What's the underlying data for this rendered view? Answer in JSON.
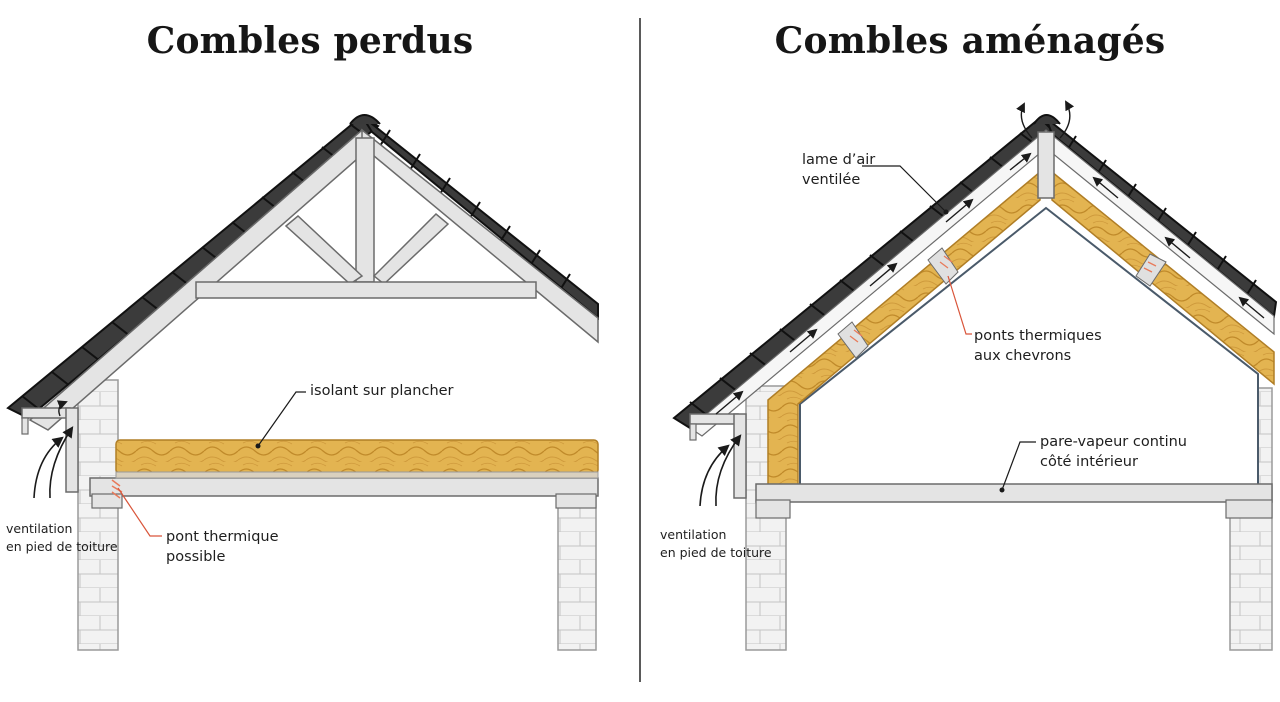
{
  "panels": {
    "left": {
      "title": "Combles perdus",
      "labels": {
        "insulation": "isolant sur plancher",
        "thermal_bridge": [
          "pont thermique",
          "possible"
        ],
        "ventilation": [
          "ventilation",
          "en pied de toiture"
        ]
      }
    },
    "right": {
      "title": "Combles aménagés",
      "labels": {
        "air_gap": [
          "lame d’air",
          "ventilée"
        ],
        "thermal_bridges": [
          "ponts thermiques",
          "aux chevrons"
        ],
        "vapor_barrier": [
          "pare-vapeur continu",
          "côté intérieur"
        ],
        "ventilation": [
          "ventilation",
          "en pied de toiture"
        ]
      }
    }
  },
  "colors": {
    "insulation": "#e3b451",
    "insulation_dark": "#c08a2a",
    "wood": "#e4e4e4",
    "wood_stroke": "#6b6b6b",
    "tile": "#3a3a3a",
    "bridge": "#e87a5a",
    "leader_bridge": "#d9553a"
  }
}
